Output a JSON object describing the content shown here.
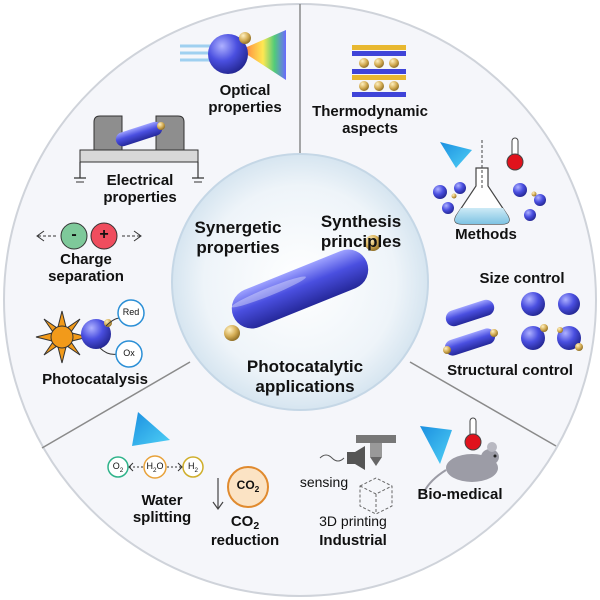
{
  "center": {
    "synergetic_line1": "Synergetic",
    "synergetic_line2": "properties",
    "synthesis_line1": "Synthesis",
    "synthesis_line2": "principles",
    "applications_line1": "Photocatalytic",
    "applications_line2": "applications"
  },
  "properties_sector": {
    "optical_line1": "Optical",
    "optical_line2": "properties",
    "electrical_line1": "Electrical",
    "electrical_line2": "properties",
    "charge_line1": "Charge",
    "charge_line2": "separation",
    "charge_minus": "-",
    "charge_plus": "+",
    "photocatalysis": "Photocatalysis",
    "red_label": "Red",
    "ox_label": "Ox"
  },
  "synthesis_sector": {
    "thermo_line1": "Thermodynamic",
    "thermo_line2": "aspects",
    "methods": "Methods",
    "size_control": "Size control",
    "structural_control": "Structural control"
  },
  "applications_sector": {
    "o2": "O",
    "o2_sub": "2",
    "h2o_a": "H",
    "h2o_sub": "2",
    "h2o_b": "O",
    "h2": "H",
    "h2_sub": "2",
    "water_line1": "Water",
    "water_line2": "splitting",
    "co2_badge": "CO",
    "co2_badge_sub": "2",
    "co2_label": "CO",
    "co2_label_sub": "2",
    "reduction": "reduction",
    "sensing": "sensing",
    "printing": "3D printing",
    "industrial": "Industrial",
    "biomedical": "Bio-medical"
  },
  "colors": {
    "rod": "#3f44d8",
    "gold": "#c9a24a",
    "background_disc": "#f5f6fa",
    "center_disc": "#e3eef6",
    "divider": "#7a7a7a",
    "light_cone": "#29a6e6",
    "sun": "#f29a1a",
    "thermometer_bulb": "#e0121c",
    "water": "#9bd3ea",
    "co2_circle": "#e8a860",
    "charge_minus": "#7ec99a",
    "charge_plus": "#ef4d5e"
  },
  "icons": [
    "rod-particle-icon",
    "rainbow-beam-icon",
    "electrode-device-icon",
    "sun-icon",
    "flask-icon",
    "thermometer-icon",
    "light-cone-icon",
    "speaker-icon",
    "3d-printer-icon",
    "mouse-icon",
    "layered-structure-icon"
  ]
}
